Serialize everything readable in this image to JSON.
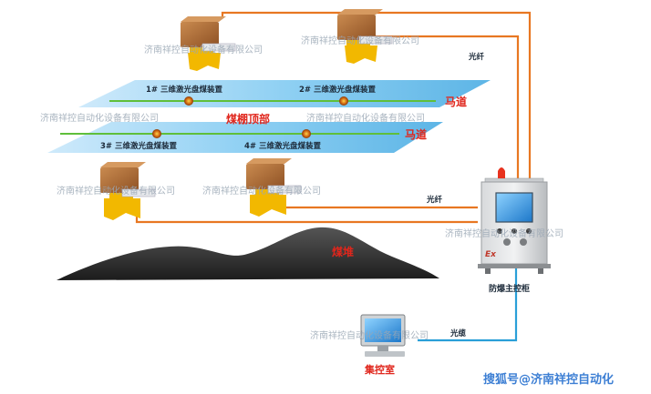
{
  "diagram": {
    "devices": {
      "d1": "1# 三维激光盘煤装置",
      "d2": "2# 三维激光盘煤装置",
      "d3": "3# 三维激光盘煤装置",
      "d4": "4# 三维激光盘煤装置"
    },
    "roof_label": "煤棚顶部",
    "walkway_label": "马道",
    "coal_pile_label": "煤堆",
    "fiber_label": "光纤",
    "cable_label": "光缆",
    "cabinet": {
      "label": "防爆主控柜",
      "ex_mark": "Ex"
    },
    "control_room_label": "集控室",
    "watermark": "济南祥控自动化设备有限公司",
    "footer_watermark": "搜狐号@济南祥控自动化"
  },
  "colors": {
    "fiber_line": "#e87722",
    "cable_line": "#2a9fd8",
    "walkway_red": "#e0261c",
    "rail_green": "#5fbf3a",
    "device_yellow": "#f2b800",
    "device_brown": "#b5703a",
    "band_blue": "#7fc6ee"
  }
}
